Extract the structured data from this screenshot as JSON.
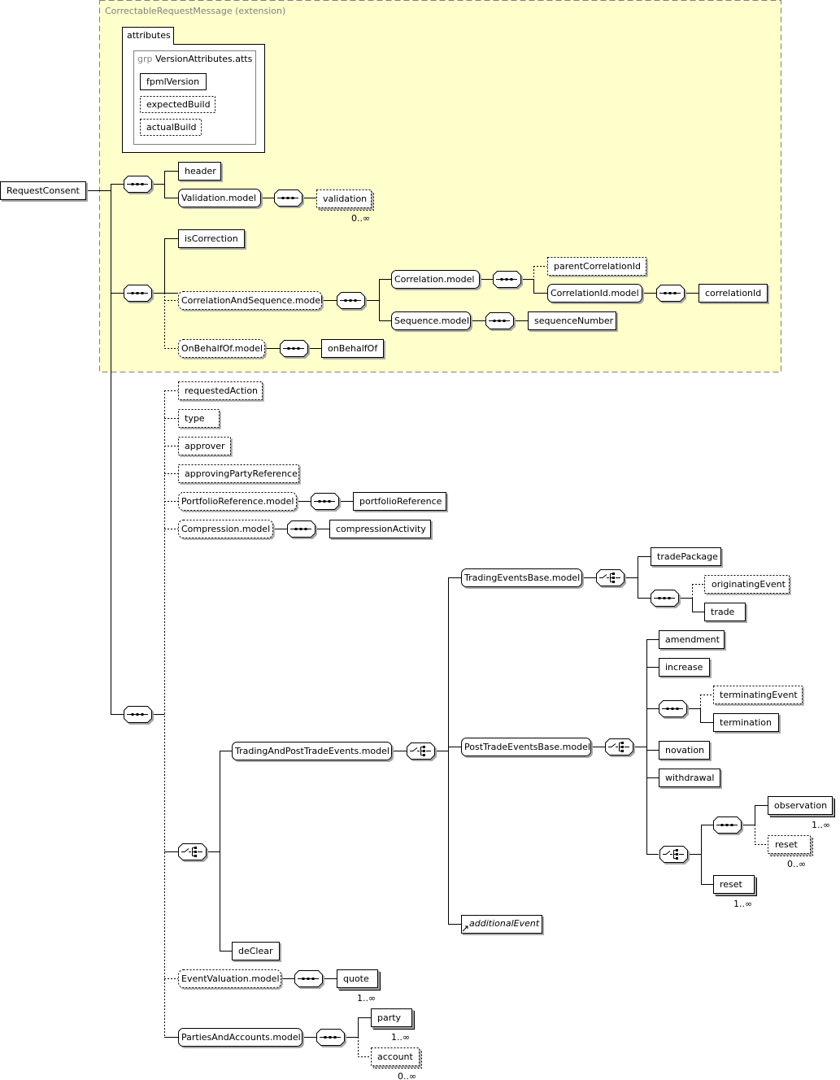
{
  "extension": {
    "title": "CorrectableRequestMessage (extension)"
  },
  "attributes": {
    "label": "attributes",
    "group_prefix": "grp",
    "group_name": "VersionAttributes.atts",
    "items": [
      "fpmlVersion",
      "expectedBuild",
      "actualBuild"
    ]
  },
  "root": "RequestConsent",
  "nodes": {
    "header": "header",
    "validation_model": "Validation.model",
    "validation": "validation",
    "isCorrection": "isCorrection",
    "correlation_and_sequence_model": "CorrelationAndSequence.model",
    "correlation_model": "Correlation.model",
    "parentCorrelationId": "parentCorrelationId",
    "correlationId_model": "CorrelationId.model",
    "correlationId": "correlationId",
    "sequence_model": "Sequence.model",
    "sequenceNumber": "sequenceNumber",
    "onBehalfOf_model": "OnBehalfOf.model",
    "onBehalfOf": "onBehalfOf",
    "requestedAction": "requestedAction",
    "type": "type",
    "approver": "approver",
    "approvingPartyReference": "approvingPartyReference",
    "portfolioReference_model": "PortfolioReference.model",
    "portfolioReference": "portfolioReference",
    "compression_model": "Compression.model",
    "compressionActivity": "compressionActivity",
    "tradingEventsBase_model": "TradingEventsBase.model",
    "tradePackage": "tradePackage",
    "originatingEvent": "originatingEvent",
    "trade": "trade",
    "amendment": "amendment",
    "increase": "increase",
    "terminatingEvent": "terminatingEvent",
    "termination": "termination",
    "tradingAndPostTradeEvents_model": "TradingAndPostTradeEvents.model",
    "postTradeEventsBase_model": "PostTradeEventsBase.model",
    "novation": "novation",
    "withdrawal": "withdrawal",
    "observation": "observation",
    "reset_optional": "reset",
    "reset": "reset",
    "additionalEvent": "additionalEvent",
    "deClear": "deClear",
    "eventValuation_model": "EventValuation.model",
    "quote": "quote",
    "partiesAndAccounts_model": "PartiesAndAccounts.model",
    "party": "party",
    "account": "account"
  },
  "cardinalities": {
    "validation": "0..∞",
    "observation": "1..∞",
    "reset_optional": "0..∞",
    "reset": "1..∞",
    "quote": "1..∞",
    "party": "1..∞",
    "account": "0..∞"
  },
  "colors": {
    "extension_fill": "#FFFFCC",
    "extension_border": "#808080",
    "line": "#000000",
    "box_fill": "#FFFFFF"
  },
  "icons": {
    "sequence": "sequence-compositor-icon",
    "choice": "choice-compositor-icon",
    "any": "any-element-icon"
  }
}
